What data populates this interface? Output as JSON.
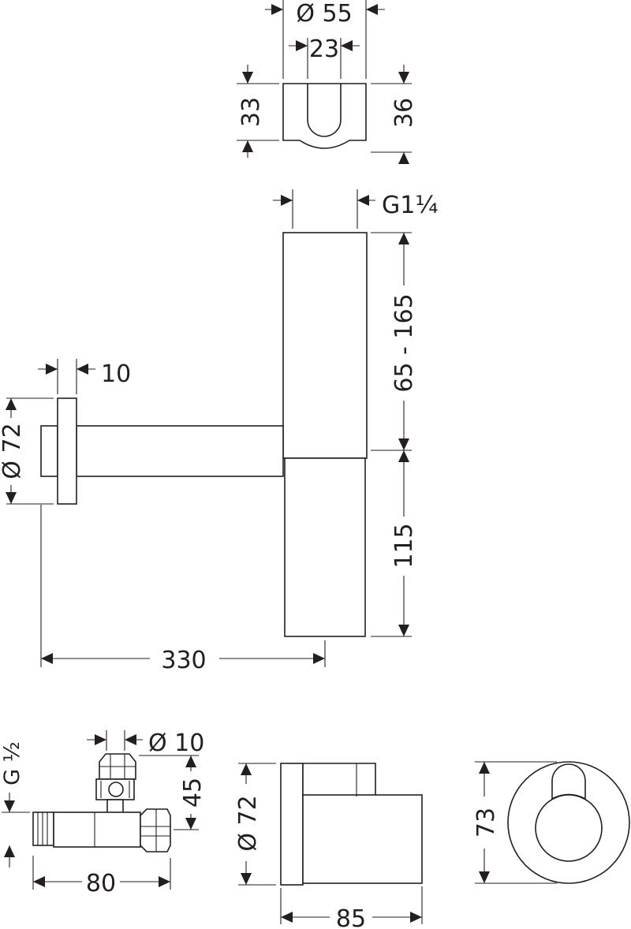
{
  "dimensions": {
    "top_diameter": "Ø 55",
    "top_inner_width": "23",
    "top_left_height": "33",
    "top_right_height": "36",
    "thread": "G1¼",
    "adjust_range": "65 - 165",
    "flange_thickness": "10",
    "flange_diameter": "Ø 72",
    "lower_height": "115",
    "projection": "330",
    "valve_thread": "G ½",
    "valve_outlet": "Ø 10",
    "valve_height": "45",
    "valve_length": "80",
    "rosette_diameter": "Ø 72",
    "rosette_depth": "85",
    "cover_size": "73"
  },
  "colors": {
    "line": "#231f20",
    "background": "#ffffff"
  }
}
